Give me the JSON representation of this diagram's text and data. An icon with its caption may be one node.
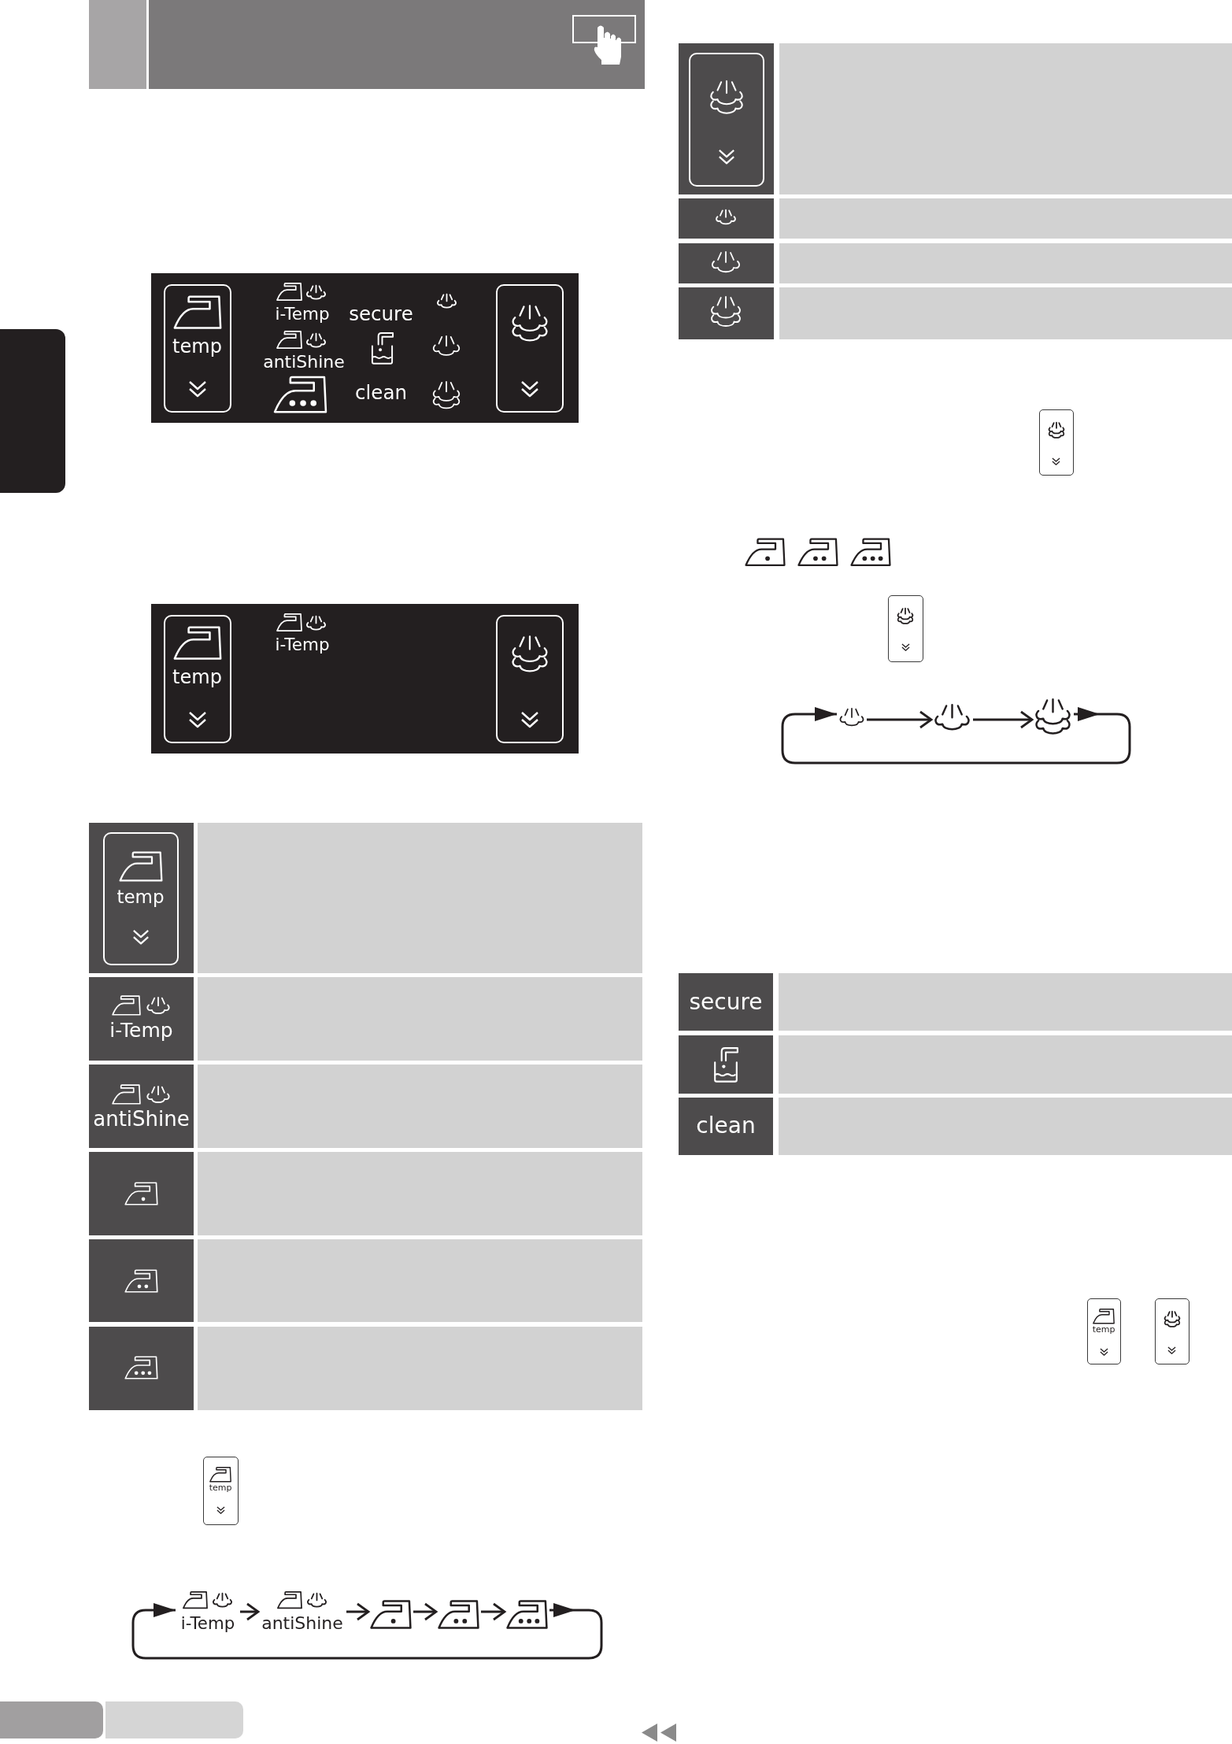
{
  "diagram": {
    "nodes": [
      {
        "text": [
          "i-Temp",
          "secure",
          "antiShine",
          "clean"
        ]
      },
      {
        "text": [
          "temp"
        ],
        "in": 0
      },
      {
        "text": [],
        "shape": "box",
        "in": 0
      },
      {
        "text": [
          "i-Temp"
        ]
      },
      {
        "text": [
          "temp"
        ],
        "in": 3
      },
      {
        "text": [],
        "shape": "box",
        "in": 3
      },
      {
        "text": [
          "temp"
        ]
      },
      {
        "text": [
          "temp"
        ]
      },
      {
        "text": [
          "i-Temp"
        ]
      },
      {
        "text": [
          "antiShine"
        ]
      },
      {
        "text": [],
        "shape": "picture"
      },
      {
        "text": [],
        "shape": "picture"
      },
      {
        "text": [],
        "shape": "picture"
      },
      {
        "text": [],
        "shape": "box"
      },
      {
        "text": [],
        "shape": "box"
      },
      {
        "text": [],
        "shape": "box"
      },
      {
        "text": [],
        "shape": "picture"
      },
      {
        "text": [],
        "shape": "picture"
      },
      {
        "text": [],
        "shape": "picture"
      },
      {
        "text": [
          "temp"
        ]
      },
      {
        "text": [],
        "shape": "box"
      },
      {
        "text": [],
        "shape": "box"
      }
    ],
    "edges": [
      {
        "from": 8,
        "to": 9,
        "arrow": "to"
      },
      {
        "from": 9,
        "to": 10,
        "arrow": "to"
      },
      {
        "from": 10,
        "to": 11,
        "arrow": "to"
      },
      {
        "from": 11,
        "to": 12,
        "arrow": "to"
      },
      {
        "from": 12,
        "to": 8,
        "arrow": "to"
      },
      {
        "from": 16,
        "to": 17,
        "arrow": "to"
      },
      {
        "from": 17,
        "to": 18,
        "arrow": "to"
      },
      {
        "from": 18,
        "to": 16,
        "arrow": "to"
      }
    ],
    "labels": [
      "i-Temp",
      "antiShine",
      "secure",
      "clean"
    ]
  }
}
